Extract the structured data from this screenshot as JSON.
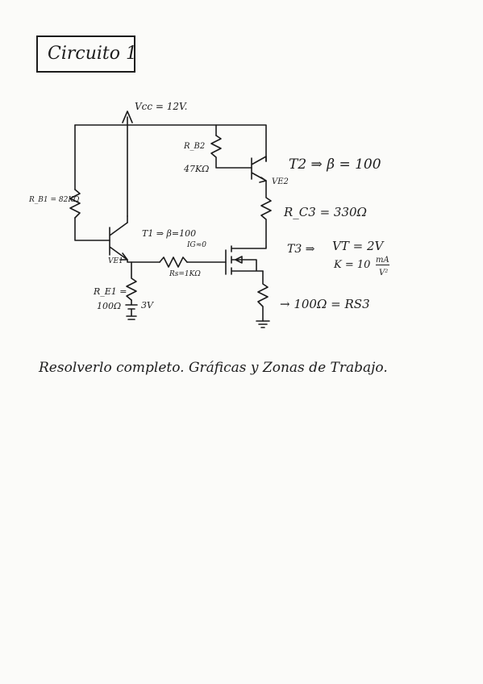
{
  "title": "Circuito 1",
  "labels": {
    "vcc": "Vcc = 12V.",
    "rb2_name": "R_B2",
    "rb2_value": "47KΩ",
    "rb1": "R_B1 = 82KΩ",
    "t1": "T1 ⇒ β=100",
    "ve1": "VE1",
    "rs": "Rs=1KΩ",
    "re1_name": "R_E1 =",
    "re1_value": "100Ω",
    "source3v": "3V",
    "t2": "T2 ⇒ β = 100",
    "ve2": "VE2",
    "rc3": "R_C3 = 330Ω",
    "t3": "T3 ⇒",
    "vt": "VT = 2V",
    "k_name": "K = 10",
    "k_unit_num": "mA",
    "k_unit_den": "V²",
    "ig": "IG≈0",
    "rs3": "→ 100Ω = RS3",
    "instruction": "Resolverlo completo. Gráficas y Zonas de Trabajo."
  }
}
